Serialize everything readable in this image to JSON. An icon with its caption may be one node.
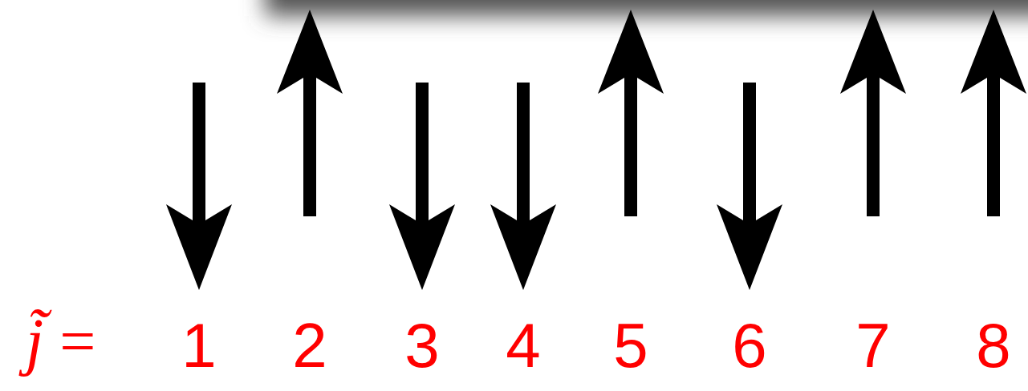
{
  "diagram": {
    "labels": [
      "*j̃* =",
      "1",
      "2",
      "3",
      "4",
      "5",
      "6",
      "7",
      "8"
    ]
  }
}
